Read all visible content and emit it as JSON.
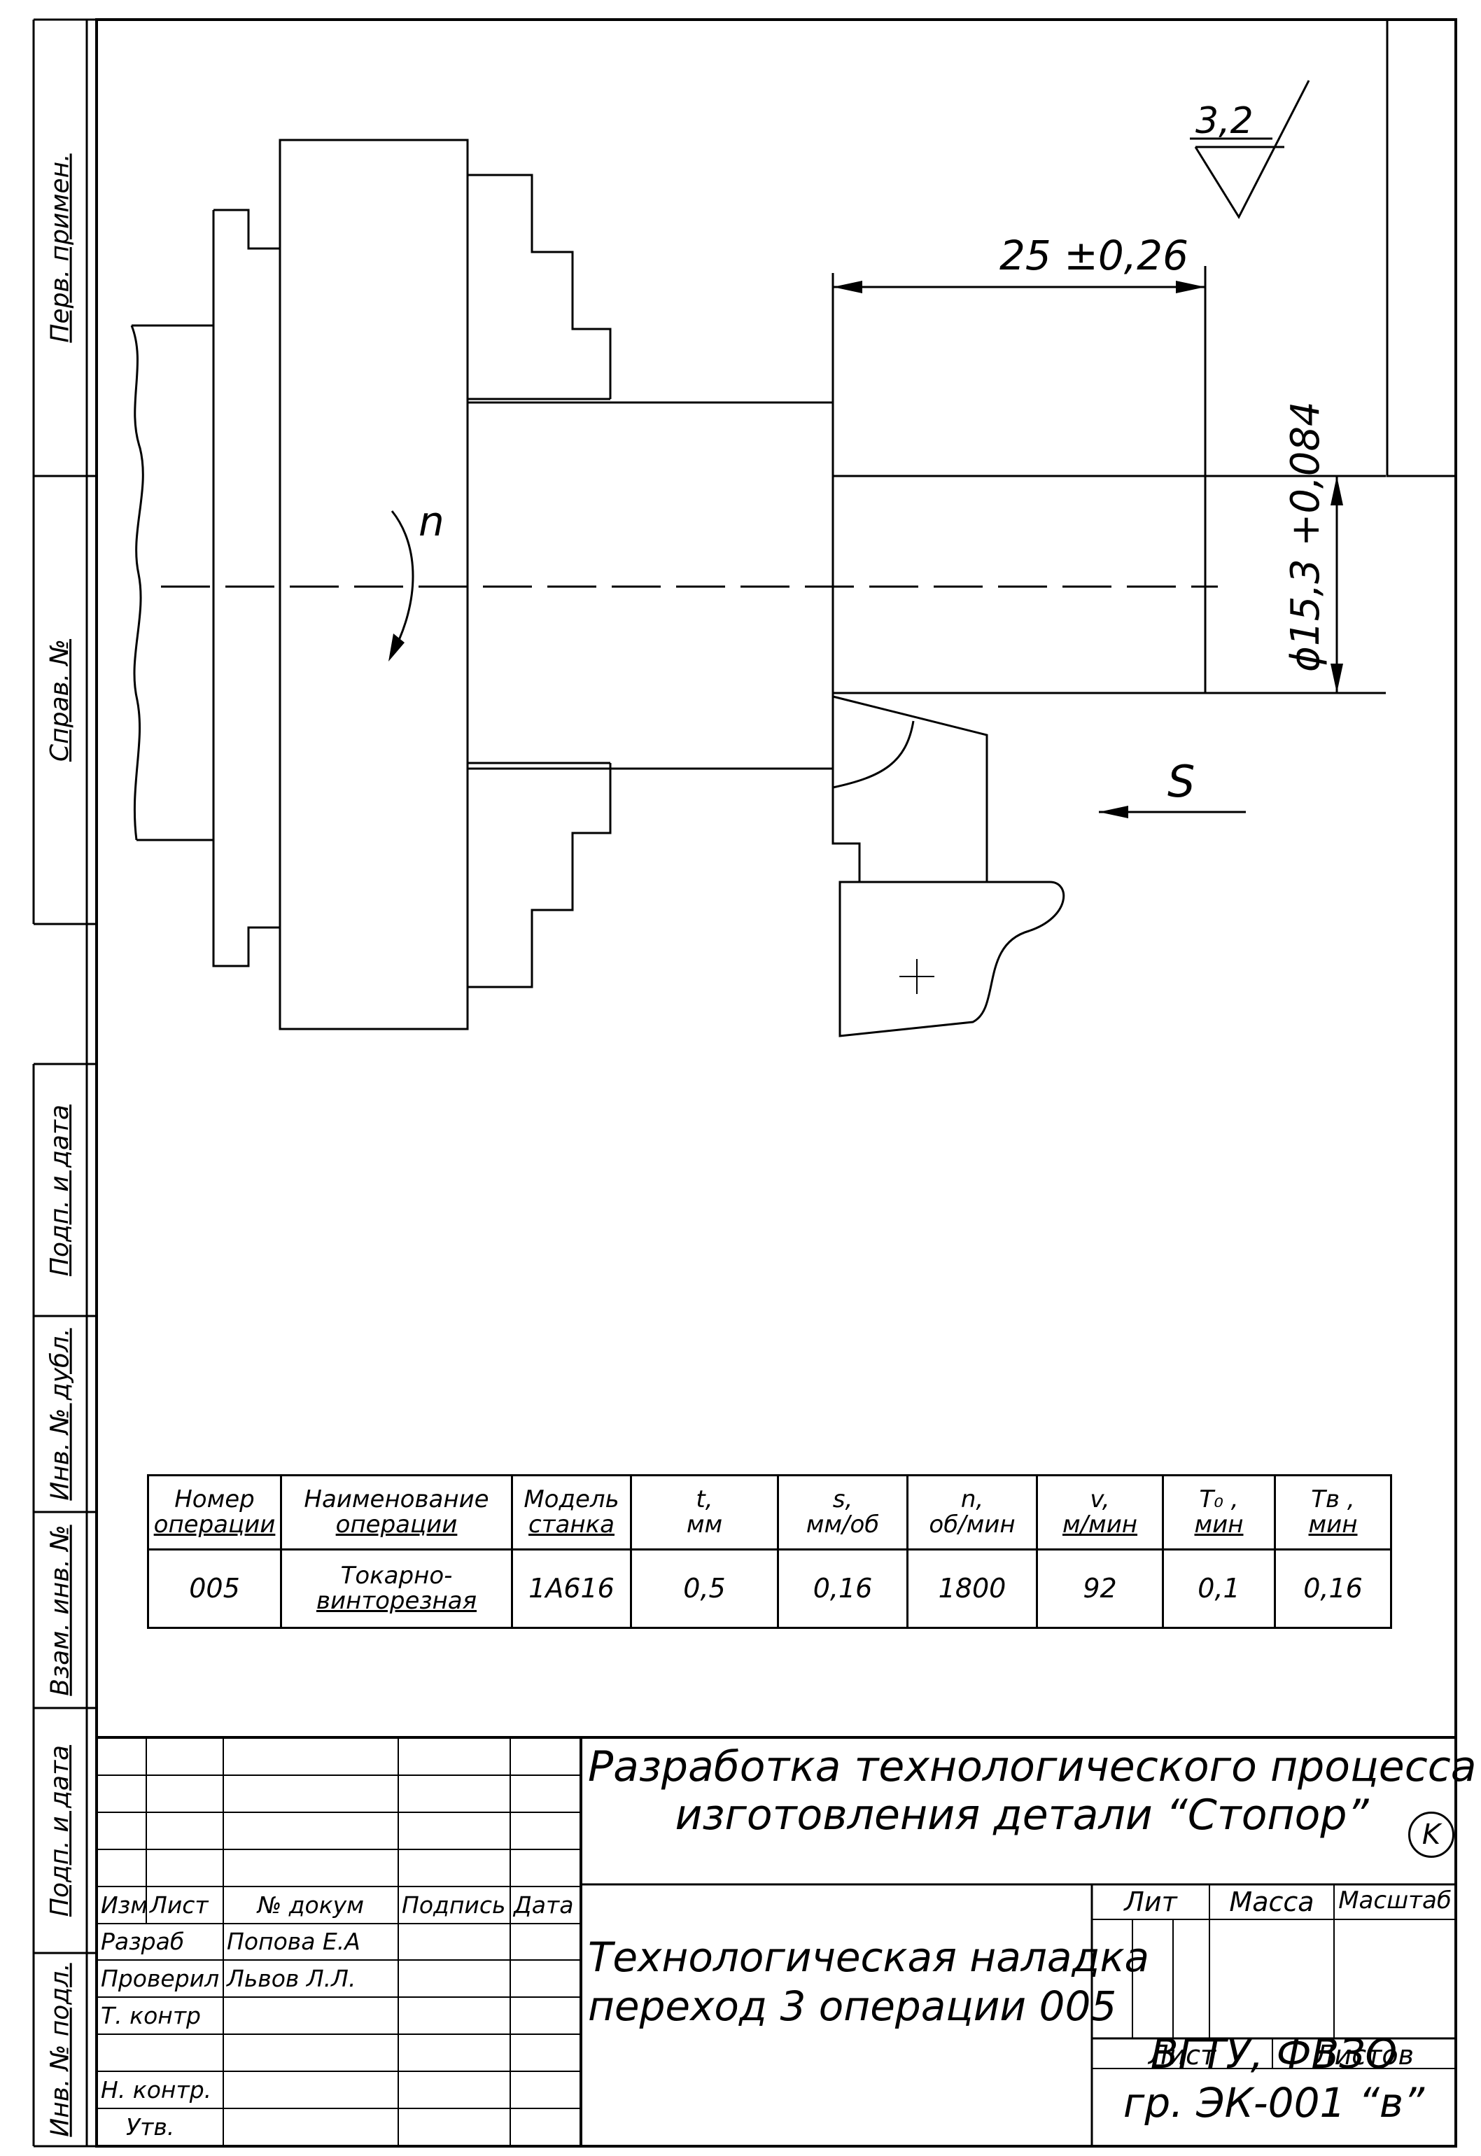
{
  "side_labels": {
    "perv_primen": "Перв. примен.",
    "sprav_no": "Справ. №",
    "podp_data_1": "Подп. и дата",
    "inv_dubl": "Инв. № дубл.",
    "vzam_inv": "Взам. инв. №",
    "podp_data_2": "Подп. и дата",
    "inv_podl": "Инв. № подл."
  },
  "drawing": {
    "roughness": "3,2",
    "dim_length": "25 ±0,26",
    "dim_diameter": "ϕ15,3 +0,084",
    "rotation": "n",
    "feed": "S"
  },
  "operations": {
    "headers": [
      {
        "l1": "Номер",
        "l2": "операции"
      },
      {
        "l1": "Наименование",
        "l2": "операции"
      },
      {
        "l1": "Модель",
        "l2": "станка"
      },
      {
        "l1": "t,",
        "l2": "мм"
      },
      {
        "l1": "s,",
        "l2": "мм/об"
      },
      {
        "l1": "n,",
        "l2": "об/мин"
      },
      {
        "l1": "v,",
        "l2": "м/мин"
      },
      {
        "l1": "T₀ ,",
        "l2": "мин"
      },
      {
        "l1": "Tв ,",
        "l2": "мин"
      }
    ],
    "row": {
      "number": "005",
      "name_1": "Токарно-",
      "name_2": "винторезная",
      "model": "1А616",
      "t": "0,5",
      "s": "0,16",
      "n": "1800",
      "v": "92",
      "t0": "0,1",
      "tv": "0,16"
    }
  },
  "title_block": {
    "project_line1": "Разработка технологического процесса",
    "project_line2": "изготовления детали “Стопор”",
    "letter": "K",
    "col_izm": "Изм",
    "col_list": "Лист",
    "col_doc": "№ докум",
    "col_sign": "Подпись",
    "col_date": "Дата",
    "razrab": "Разраб",
    "razrab_name": "Попова Е.А",
    "proveril": "Проверил",
    "proveril_name": "Львов Л.Л.",
    "t_kontr": "Т. контр",
    "n_kontr": "Н. контр.",
    "utv": "Утв.",
    "doc_title_line1": "Технологическая наладка",
    "doc_title_line2": "переход 3 операции 005",
    "lit": "Лит",
    "massa": "Масса",
    "masshtab": "Масштаб",
    "sheet": "Лист",
    "sheets": "Листов",
    "org_line1": "ВГТУ, ФВЗО",
    "org_line2": "гр. ЭК-001 “в”"
  }
}
